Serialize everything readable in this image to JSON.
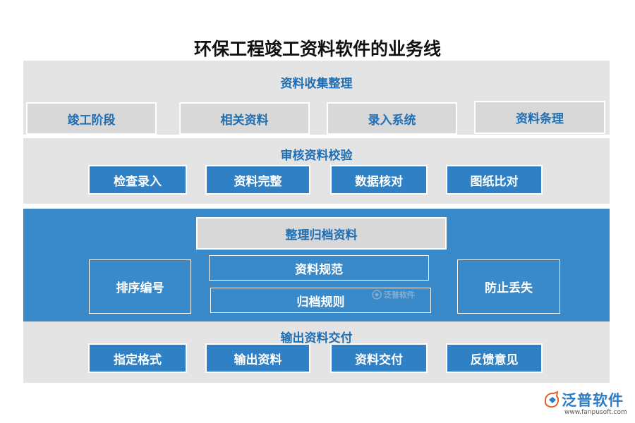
{
  "title": "环保工程竣工资料软件的业务线",
  "sections": {
    "collect": {
      "heading": "资料收集整理",
      "items": [
        "竣工阶段",
        "相关资料",
        "录入系统",
        "资料条理"
      ]
    },
    "review": {
      "heading": "审核资料校验",
      "items": [
        "检查录入",
        "资料完整",
        "数据核对",
        "图纸比对"
      ]
    },
    "archive": {
      "heading": "整理归档资料",
      "left": "排序编号",
      "middle": [
        "资料规范",
        "归档规则"
      ],
      "right": "防止丢失"
    },
    "output": {
      "heading": "输出资料交付",
      "items": [
        "指定格式",
        "输出资料",
        "资料交付",
        "反馈意见"
      ]
    }
  },
  "watermark": {
    "center_text": "泛普软件",
    "brand_name": "泛普软件",
    "brand_url": "www.fanpusoft.com"
  },
  "colors": {
    "accent_blue": "#2f80c4",
    "heading_blue": "#1f6fb5",
    "band_gray": "#e4e4e4"
  }
}
